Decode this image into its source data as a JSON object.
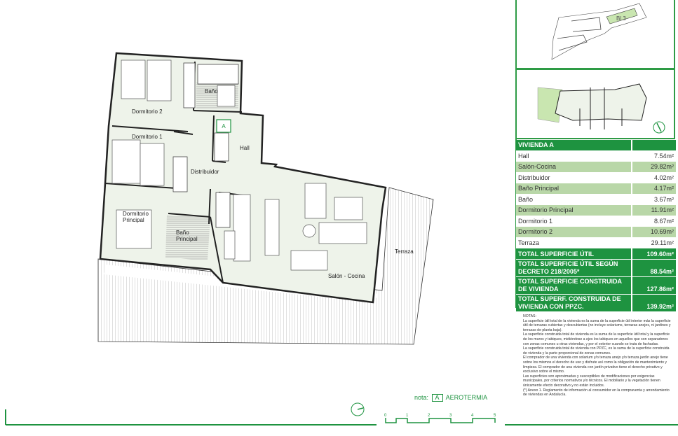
{
  "location_map": {
    "block_label": "Bl.3"
  },
  "plan": {
    "rooms": {
      "dormitorio_2": "Dormitorio 2",
      "dormitorio_1": "Dormitorio 1",
      "dormitorio_principal_1": "Dormitorio",
      "dormitorio_principal_2": "Principal",
      "bano": "Baño",
      "bano_principal_1": "Baño",
      "bano_principal_2": "Principal",
      "distribuidor": "Distribuidor",
      "hall": "Hall",
      "salon_cocina": "Salón - Cocina",
      "terraza": "Terraza",
      "aerotermia_marker": "A"
    }
  },
  "areas_table": {
    "title": "VIVIENDA A",
    "rows": [
      {
        "label": "Hall",
        "value": "7.54m²"
      },
      {
        "label": "Salón-Cocina",
        "value": "29.82m²"
      },
      {
        "label": "Distribuidor",
        "value": "4.02m²"
      },
      {
        "label": "Baño Principal",
        "value": "4.17m²"
      },
      {
        "label": "Baño",
        "value": "3.67m²"
      },
      {
        "label": "Dormitorio Principal",
        "value": "11.91m²"
      },
      {
        "label": "Dormitorio 1",
        "value": "8.67m²"
      },
      {
        "label": "Dormitorio 2",
        "value": "10.69m²"
      },
      {
        "label": "Terraza",
        "value": "29.11m²"
      }
    ],
    "totals": [
      {
        "label": "TOTAL SUPERFICIE ÚTIL",
        "value": "109.60m²"
      },
      {
        "label": "TOTAL SUPERFICIE ÚTIL SEGÚN DECRETO 218/2005*",
        "value": "88.54m²"
      },
      {
        "label": "TOTAL SUPERFICIE CONSTRUIDA DE VIVIENDA",
        "value": "127.86m²"
      },
      {
        "label": "TOTAL SUPERF. CONSTRUIDA DE VIVIENDA CON PPZC.",
        "value": "139.92m²"
      }
    ]
  },
  "notes": {
    "title": "NOTAS:",
    "paragraphs": [
      "La superficie útil total de la vivienda es la suma de la superficie útil interior más la superficie útil de terrazas cubiertas y descubiertas (no incluye solariums, terrazas anejos, ni jardines y terrazas de planta baja).",
      "La superficie construida total de vivienda es la suma de la superficie útil total y la superficie de los muros y tabiques, midiéndose a ejes los tabiques en aquellos que son separadores con zonas comunes u otras viviendas, y por el exterior cuando se trata de fachadas.",
      "La superficie construida total de vivienda con PPZC, es la suma de la superficie construida de vivienda y la parte proporcional de zonas comunes.",
      "El comprador de una vivienda con solarium y/o terraza anejo y/o terraza jardín anejo tiene sobre los mismos el derecho de uso y disfrute así como la obligación de mantenimiento y limpieza. El comprador de una vivienda con jardín privativo tiene el derecho privativo y exclusivo sobre el mismo.",
      "Las superficies son aproximadas y susceptibles de modificaciones por exigencias municipales, por criterios normativos y/o técnicos. El mobiliario y la vegetación tienen únicamente efecto decorativo y no están incluidos.",
      "(*) Anexo 1. Reglamento de información al consumidor en la compraventa y arrendamiento de viviendas en Andalucía."
    ]
  },
  "legend": {
    "prefix": "nota:",
    "symbol": "A",
    "label": "AEROTERMIA"
  },
  "scale_bar": {
    "ticks": [
      "0",
      "1",
      "2",
      "3",
      "4",
      "5"
    ]
  },
  "colors": {
    "accent": "#1e9340",
    "room_fill": "#eef3ea",
    "row_alt": "#b9d7a8",
    "highlight": "#c9e6b0"
  }
}
